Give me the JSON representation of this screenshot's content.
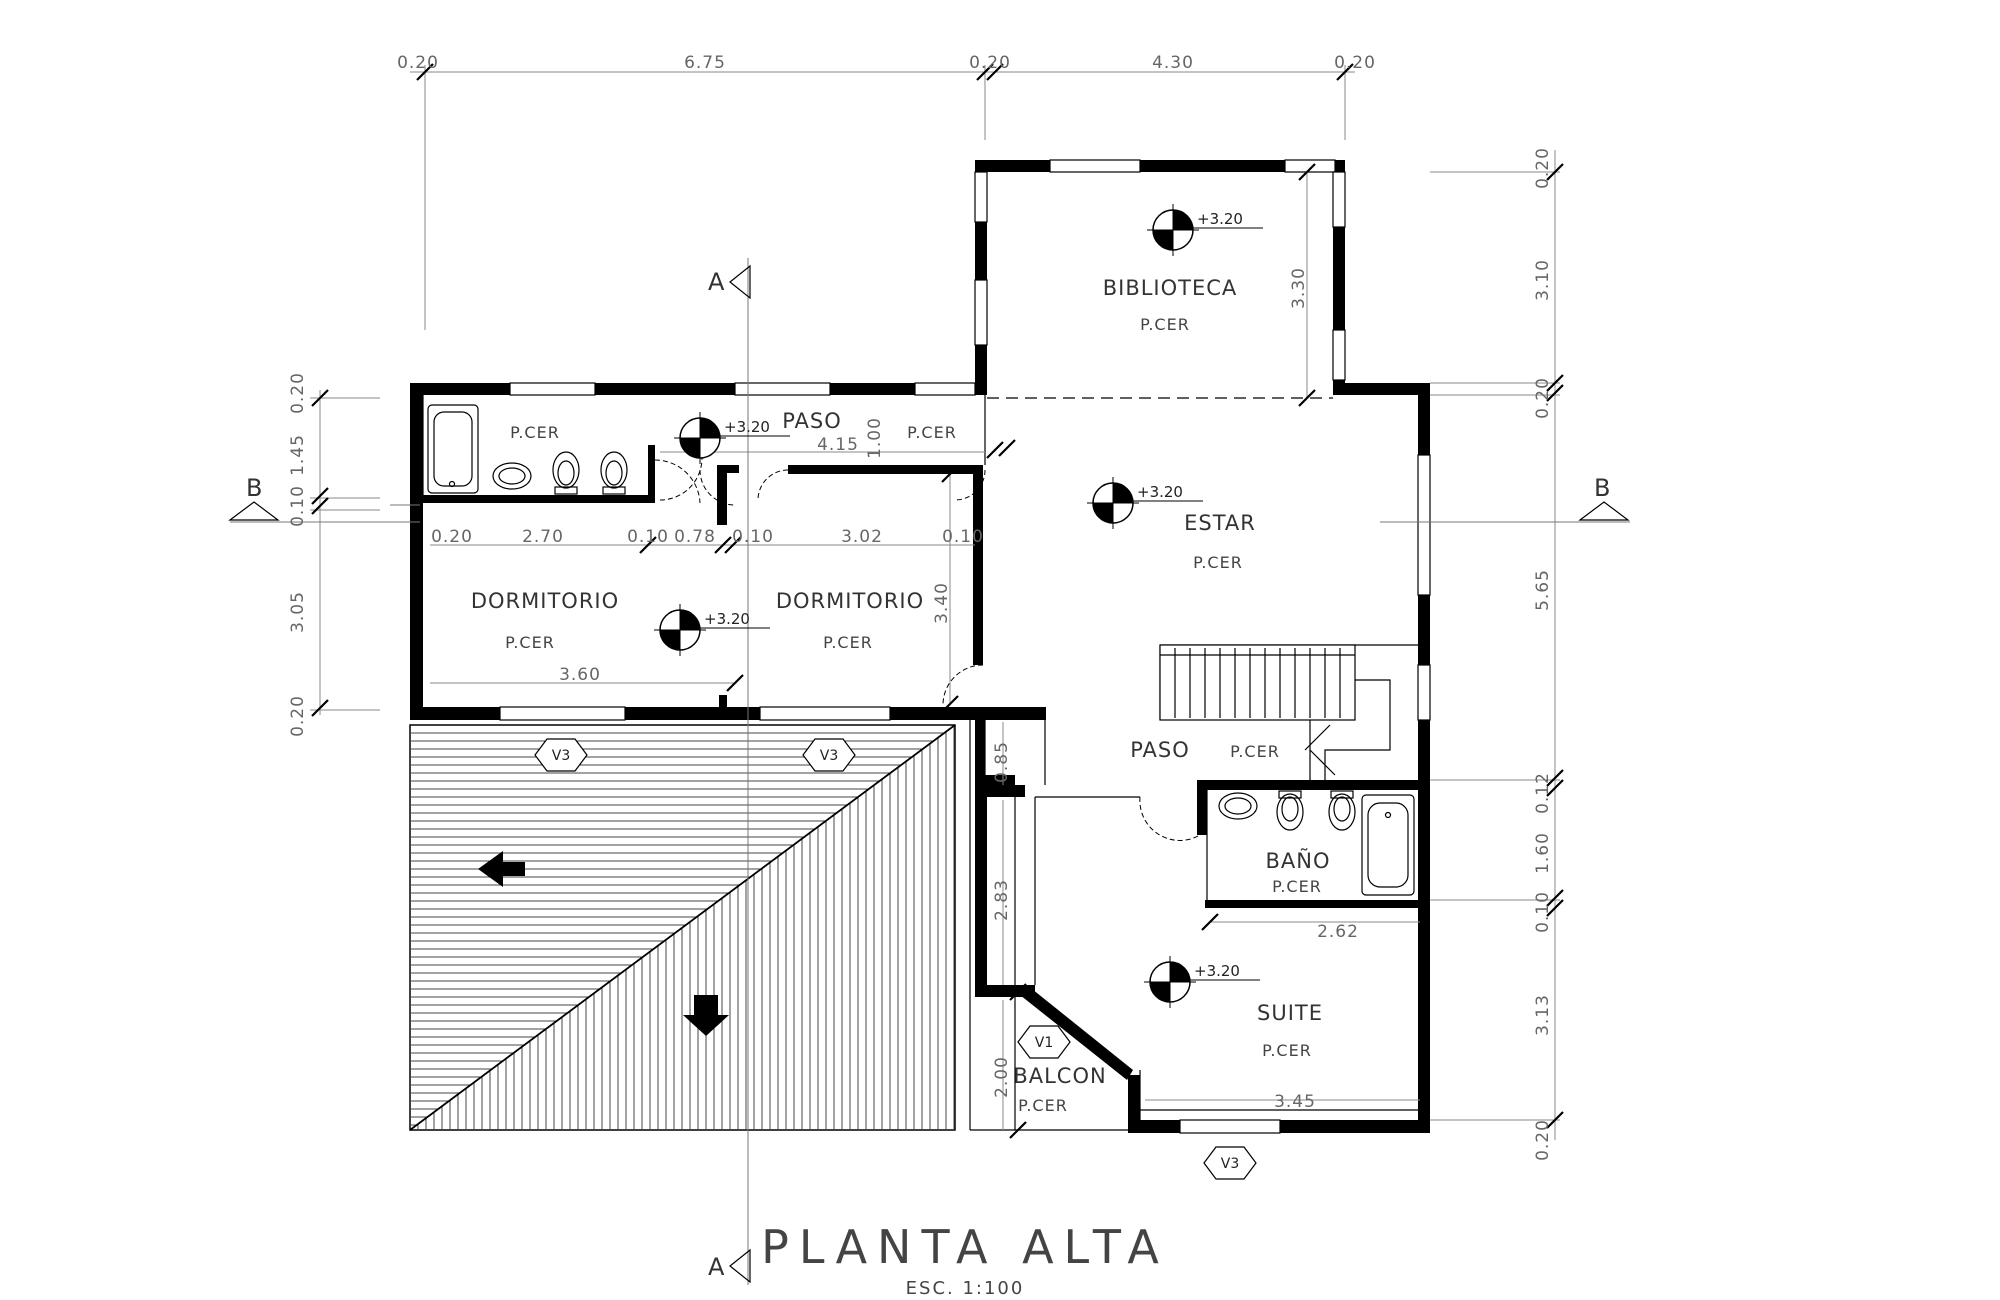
{
  "title": "PLANTA ALTA",
  "scale": "ESC. 1:100",
  "rooms": {
    "biblioteca": {
      "name": "BIBLIOTECA",
      "floor": "P.CER"
    },
    "estar": {
      "name": "ESTAR",
      "floor": "P.CER"
    },
    "paso_top": {
      "name": "PASO",
      "floor": "P.CER"
    },
    "paso_top_floor2": "P.CER",
    "dormitorio_1": {
      "name": "DORMITORIO",
      "floor": "P.CER"
    },
    "dormitorio_2": {
      "name": "DORMITORIO",
      "floor": "P.CER"
    },
    "paso_mid": {
      "name": "PASO",
      "floor": "P.CER"
    },
    "bano": {
      "name": "BAÑO",
      "floor": "P.CER"
    },
    "suite": {
      "name": "SUITE",
      "floor": "P.CER"
    },
    "balcon": {
      "name": "BALCON",
      "floor": "P.CER"
    }
  },
  "levels": [
    "+3.20",
    "+3.20",
    "+3.20",
    "+3.20",
    "+3.20"
  ],
  "section_marks": {
    "a": "A",
    "b": "B"
  },
  "window_tags": [
    "V3",
    "V3",
    "V3",
    "V1"
  ],
  "dims": {
    "top": [
      "0.20",
      "6.75",
      "0.20",
      "4.30",
      "0.20"
    ],
    "right": [
      "0.20",
      "3.10",
      "0.20",
      "5.65",
      "0.12",
      "1.60",
      "0.10",
      "3.13",
      "0.20"
    ],
    "left": [
      "0.20",
      "1.45",
      "0.10",
      "3.05",
      "0.20"
    ],
    "row_dorm": [
      "0.20",
      "2.70",
      "0.10",
      "0.78",
      "0.10",
      "3.02",
      "0.10"
    ],
    "biblioteca_height": "3.30",
    "paso_width": "4.15",
    "paso_height": "1.00",
    "dorm_height": "3.40",
    "dorm_width": "3.60",
    "passage_height": "0.85",
    "suite_left": "2.83",
    "bano_width": "2.62",
    "suite_width": "3.45",
    "balcon_height": "2.00"
  }
}
